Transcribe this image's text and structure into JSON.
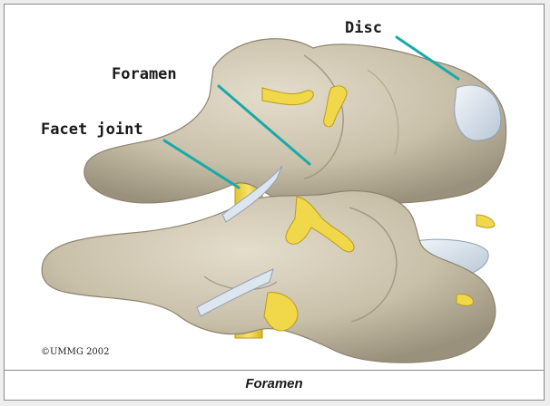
{
  "labels": {
    "disc": "Disc",
    "foramen": "Foramen",
    "facet_joint": "Facet joint"
  },
  "copyright": "©UMMG 2002",
  "caption": "Foramen",
  "colors": {
    "bone": "#cfc6b2",
    "bone_shadow": "#9f9680",
    "nerve": "#f0d84a",
    "disc": "#dde6ef",
    "leader": "#19a9a9"
  }
}
